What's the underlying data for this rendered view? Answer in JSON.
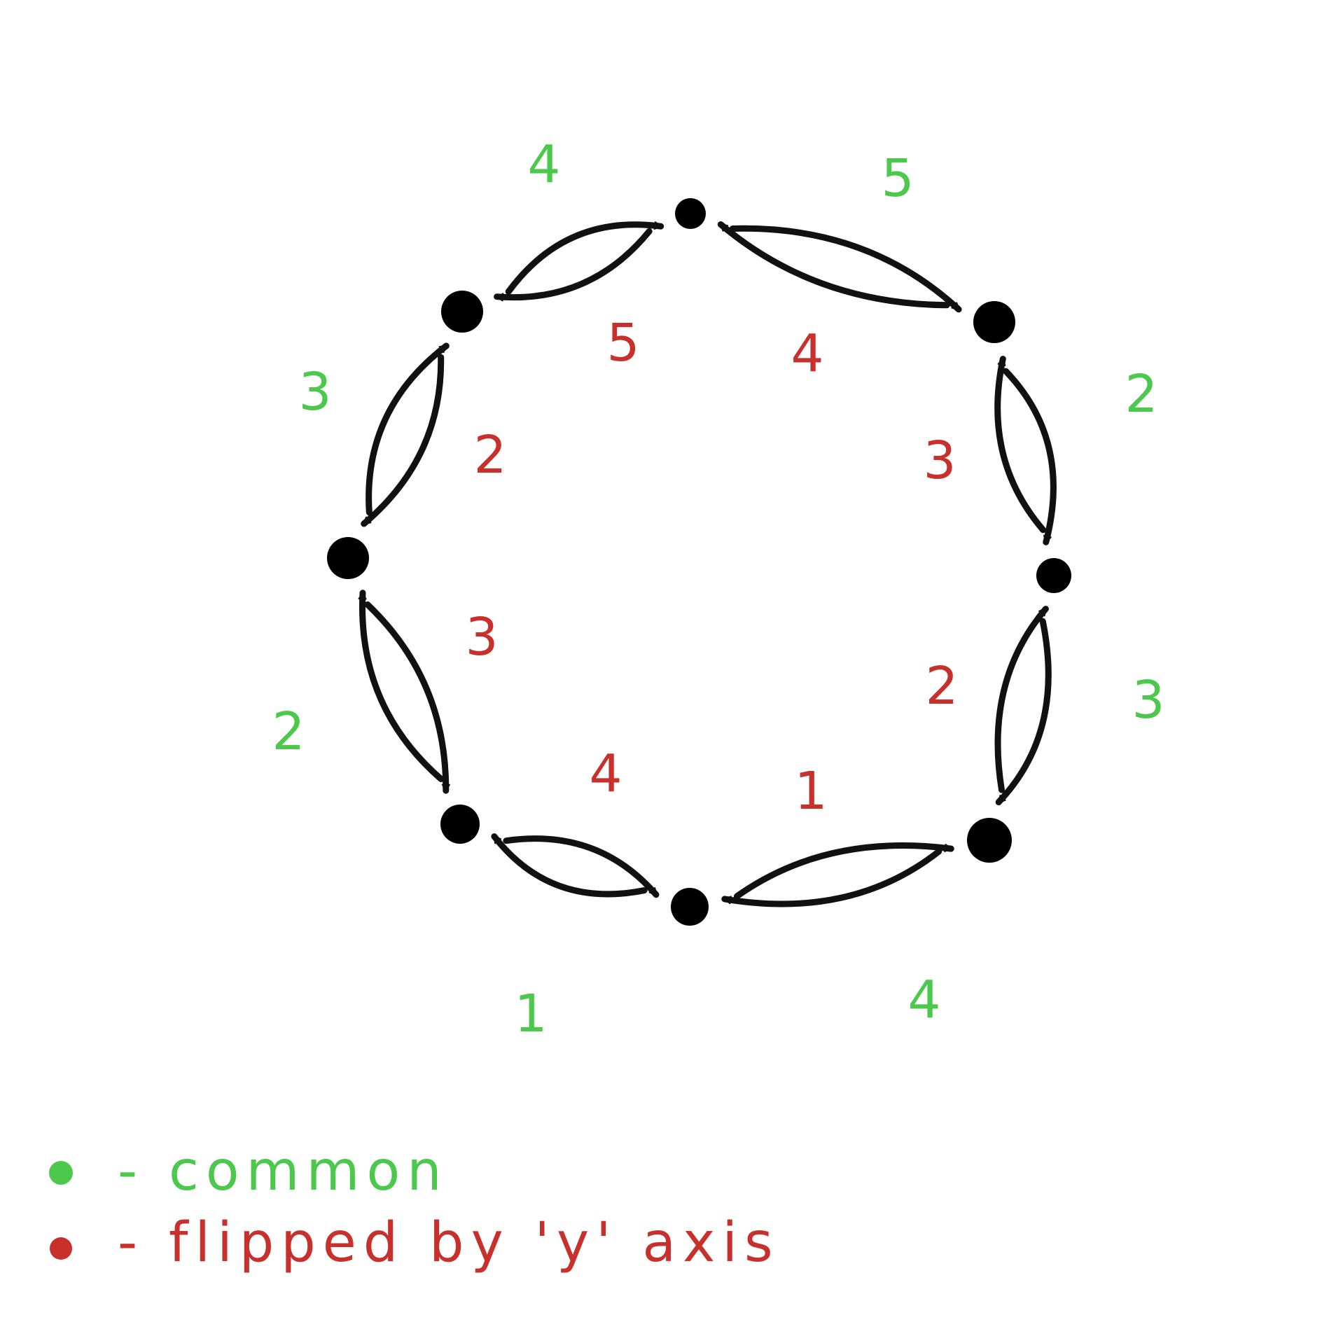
{
  "colors": {
    "common": "#4cc94c",
    "flipped": "#c8302c",
    "edge": "#111111",
    "node": "#000000"
  },
  "nodes": [
    {
      "id": "top"
    },
    {
      "id": "upper-right"
    },
    {
      "id": "right"
    },
    {
      "id": "lower-right"
    },
    {
      "id": "bottom"
    },
    {
      "id": "lower-left"
    },
    {
      "id": "left"
    },
    {
      "id": "upper-left"
    }
  ],
  "edges": [
    {
      "from": "upper-left",
      "to": "top",
      "label": "4",
      "kind": "common"
    },
    {
      "from": "top",
      "to": "upper-left",
      "label": "5",
      "kind": "flipped"
    },
    {
      "from": "top",
      "to": "upper-right",
      "label": "5",
      "kind": "common"
    },
    {
      "from": "upper-right",
      "to": "top",
      "label": "4",
      "kind": "flipped"
    },
    {
      "from": "upper-right",
      "to": "right",
      "label": "2",
      "kind": "common"
    },
    {
      "from": "right",
      "to": "upper-right",
      "label": "3",
      "kind": "flipped"
    },
    {
      "from": "right",
      "to": "lower-right",
      "label": "3",
      "kind": "common"
    },
    {
      "from": "lower-right",
      "to": "right",
      "label": "2",
      "kind": "flipped"
    },
    {
      "from": "lower-right",
      "to": "bottom",
      "label": "4",
      "kind": "common"
    },
    {
      "from": "bottom",
      "to": "lower-right",
      "label": "1",
      "kind": "flipped"
    },
    {
      "from": "bottom",
      "to": "lower-left",
      "label": "1",
      "kind": "common"
    },
    {
      "from": "lower-left",
      "to": "bottom",
      "label": "4",
      "kind": "flipped"
    },
    {
      "from": "lower-left",
      "to": "left",
      "label": "2",
      "kind": "common"
    },
    {
      "from": "left",
      "to": "lower-left",
      "label": "3",
      "kind": "flipped"
    },
    {
      "from": "left",
      "to": "upper-left",
      "label": "3",
      "kind": "common"
    },
    {
      "from": "upper-left",
      "to": "left",
      "label": "2",
      "kind": "flipped"
    }
  ],
  "legend": {
    "common": "- common",
    "flipped": "- flipped  by 'y' axis"
  }
}
